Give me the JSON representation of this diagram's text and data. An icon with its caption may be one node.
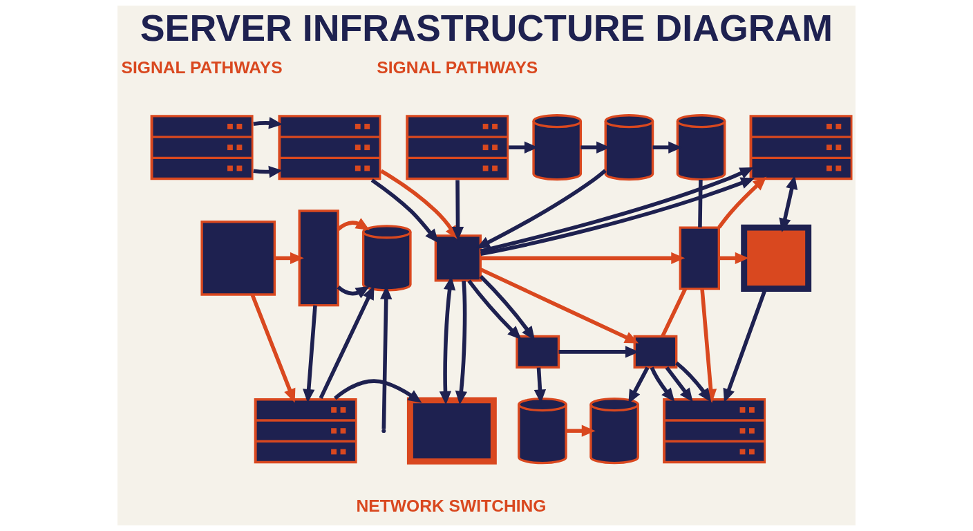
{
  "diagram": {
    "title": "SERVER INFRASTRUCTURE DIAGRAM",
    "nodes": [
      {
        "text": [],
        "shape": "server"
      },
      {
        "text": [],
        "shape": "server"
      },
      {
        "text": [],
        "shape": "server"
      },
      {
        "text": [],
        "shape": "cylinder"
      },
      {
        "text": [],
        "shape": "cylinder"
      },
      {
        "text": [],
        "shape": "cylinder"
      },
      {
        "text": [],
        "shape": "server"
      },
      {
        "text": [],
        "shape": "box"
      },
      {
        "text": [],
        "shape": "box"
      },
      {
        "text": [],
        "shape": "cylinder"
      },
      {
        "text": [],
        "shape": "box"
      },
      {
        "text": [],
        "shape": "box"
      },
      {
        "text": [],
        "shape": "box"
      },
      {
        "text": [],
        "shape": "server"
      },
      {
        "text": [],
        "shape": "box"
      },
      {
        "text": [],
        "shape": "box"
      },
      {
        "text": [],
        "shape": "box"
      },
      {
        "text": [],
        "shape": "cylinder"
      },
      {
        "text": [],
        "shape": "cylinder"
      },
      {
        "text": [],
        "shape": "server"
      }
    ],
    "edges": [
      {
        "from": 0,
        "to": 1,
        "arrow": "to"
      },
      {
        "from": 0,
        "to": 1,
        "arrow": "to"
      },
      {
        "from": 1,
        "to": 10,
        "arrow": "to"
      },
      {
        "from": 1,
        "to": 10,
        "arrow": "to",
        "color": "#d9481f"
      },
      {
        "from": 2,
        "to": 10,
        "arrow": "to"
      },
      {
        "from": 2,
        "to": 3,
        "arrow": "to"
      },
      {
        "from": 3,
        "to": 4,
        "arrow": "to"
      },
      {
        "from": 4,
        "to": 5,
        "arrow": "to"
      },
      {
        "from": 4,
        "to": 10,
        "arrow": "to"
      },
      {
        "from": 5,
        "to": 11,
        "arrow": "none"
      },
      {
        "from": 10,
        "to": 6,
        "arrow": "to"
      },
      {
        "from": 10,
        "to": 6,
        "arrow": "to"
      },
      {
        "from": 11,
        "to": 6,
        "arrow": "to",
        "color": "#d9481f"
      },
      {
        "from": 6,
        "to": 12,
        "arrow": "both"
      },
      {
        "from": 7,
        "to": 13,
        "arrow": "to",
        "color": "#d9481f"
      },
      {
        "from": 7,
        "to": 8,
        "arrow": "to",
        "color": "#d9481f"
      },
      {
        "from": 8,
        "to": 13,
        "arrow": "to"
      },
      {
        "from": 8,
        "to": 9,
        "arrow": "to"
      },
      {
        "from": 8,
        "to": 9,
        "arrow": "to",
        "color": "#d9481f"
      },
      {
        "from": 13,
        "to": 9,
        "arrow": "to"
      },
      {
        "from": null,
        "to": 9,
        "arrow": "to"
      },
      {
        "from": 13,
        "to": 14,
        "arrow": "to"
      },
      {
        "from": 10,
        "to": 14,
        "arrow": "both"
      },
      {
        "from": 10,
        "to": 14,
        "arrow": "to"
      },
      {
        "from": 10,
        "to": 15,
        "arrow": "to"
      },
      {
        "from": 10,
        "to": 11,
        "arrow": "to",
        "color": "#d9481f"
      },
      {
        "from": 10,
        "to": 15,
        "arrow": "to"
      },
      {
        "from": 10,
        "to": 16,
        "arrow": "to",
        "color": "#d9481f"
      },
      {
        "from": 11,
        "to": 12,
        "arrow": "to",
        "color": "#d9481f"
      },
      {
        "from": 11,
        "to": 16,
        "arrow": "none",
        "color": "#d9481f"
      },
      {
        "from": 15,
        "to": 16,
        "arrow": "to"
      },
      {
        "from": 15,
        "to": 17,
        "arrow": "to"
      },
      {
        "from": 16,
        "to": 18,
        "arrow": "to"
      },
      {
        "from": 17,
        "to": 18,
        "arrow": "to",
        "color": "#d9481f"
      },
      {
        "from": 11,
        "to": 19,
        "arrow": "to",
        "color": "#d9481f"
      },
      {
        "from": 12,
        "to": 19,
        "arrow": "to"
      },
      {
        "from": 16,
        "to": 19,
        "arrow": "to"
      },
      {
        "from": 16,
        "to": 19,
        "arrow": "to"
      },
      {
        "from": 16,
        "to": 19,
        "arrow": "to"
      }
    ],
    "labels": [
      "SIGNAL PATHWAYS",
      "SIGNAL PATHWAYS",
      "NETWORK SWITCHING"
    ]
  }
}
